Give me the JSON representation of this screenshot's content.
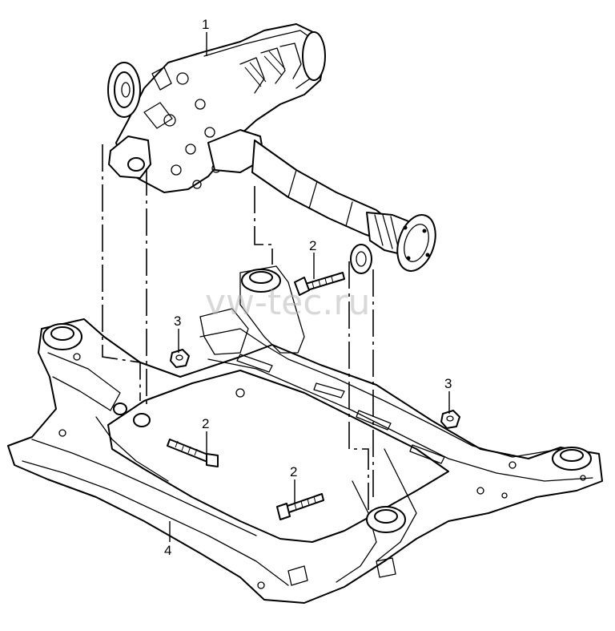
{
  "watermark": "vw-tec.ru",
  "callouts": {
    "final_drive": "1",
    "bolt_top": "2",
    "bolt_middle": "2",
    "bolt_bottom": "2",
    "nut_left": "3",
    "nut_right": "3",
    "subframe": "4"
  }
}
